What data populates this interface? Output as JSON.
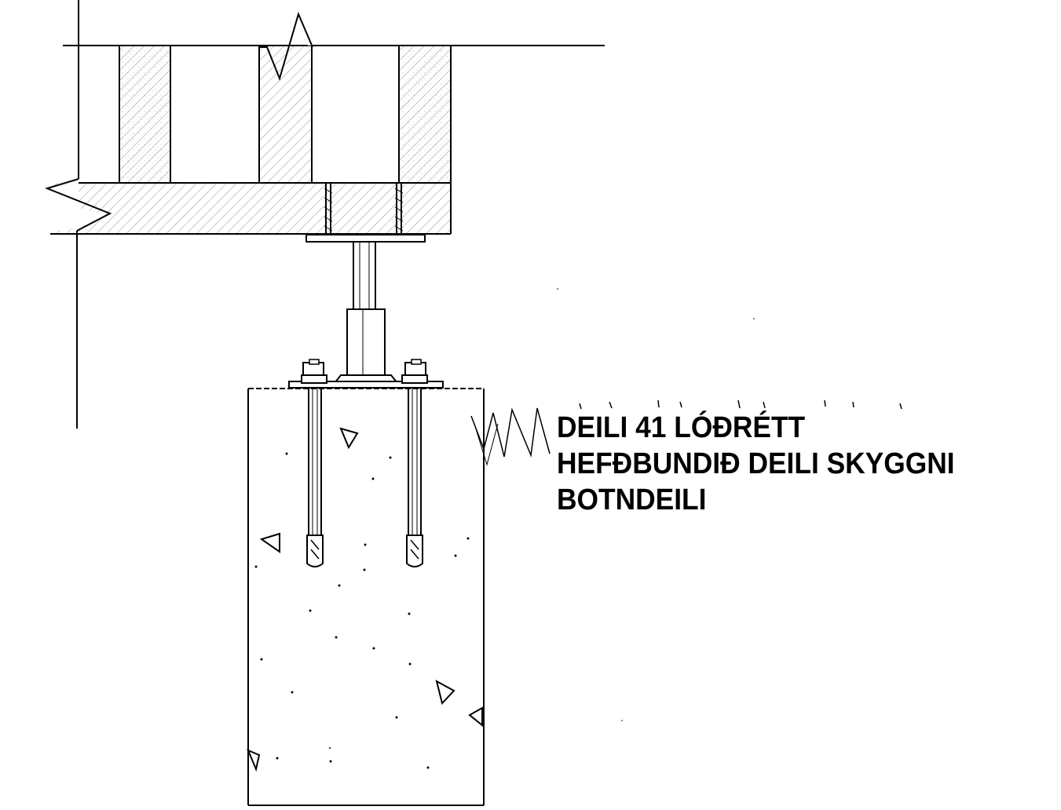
{
  "drawing": {
    "labels": [
      "DEILI 41 LÓÐRÉTT",
      "HEFÐBUNDIÐ DEILI SKYGGNI",
      "BOTNDEILI"
    ],
    "line_color": "#000000",
    "hatch_color": "#777777"
  }
}
